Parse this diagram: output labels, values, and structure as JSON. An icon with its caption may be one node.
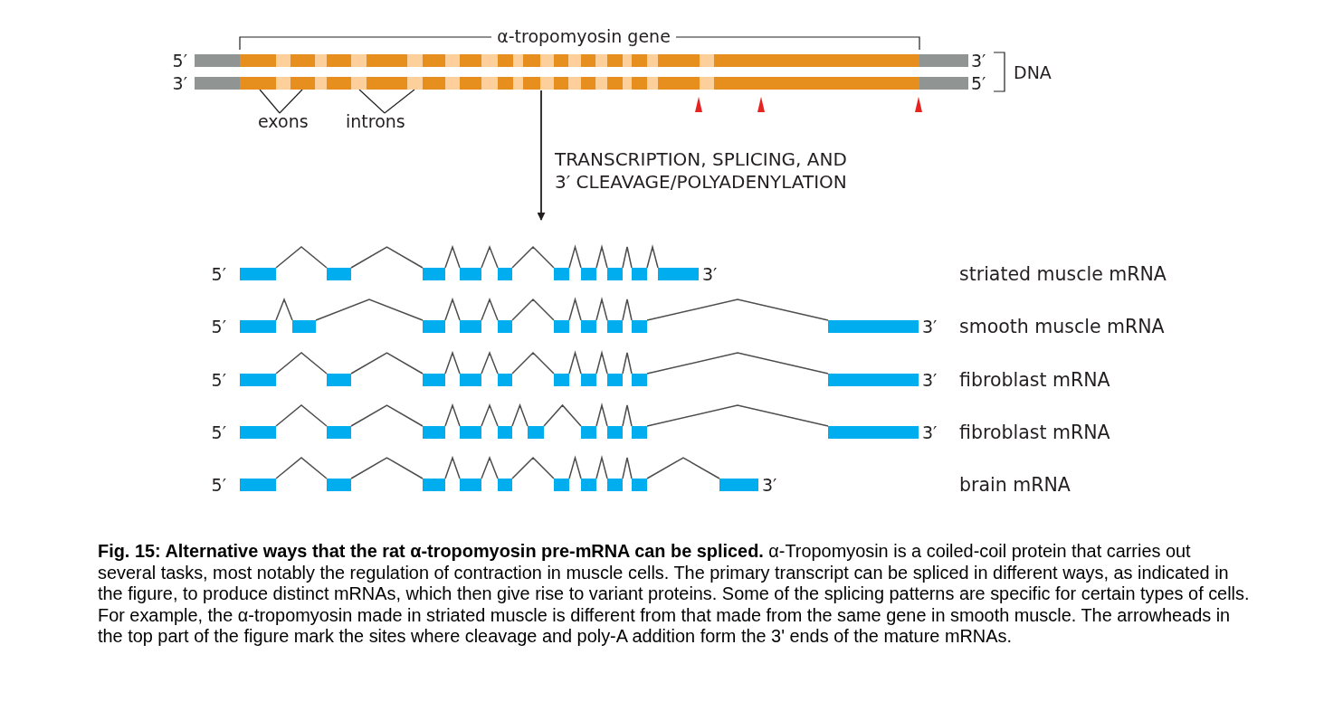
{
  "diagram": {
    "caption": "**Fig. 15: Alternative ways that the rat α-tropomyosin pre-mRNA can be spliced.**  α-Tropomyosin is a coiled-coil protein that carries out several tasks, most notably the regulation of contraction in muscle cells. The primary transcript can be spliced in different ways, as indicated in the figure, to produce distinct mRNAs, which then give rise to variant proteins. Some of the splicing patterns are specific for certain types of cells. For example, the α-tropomyosin made in striated muscle is different from that made from the same gene in smooth muscle. The arrowheads in the top part of the figure mark the sites where cleavage and poly-A addition form the 3' ends of the mature mRNAs.",
    "nodes": [
      {
        "text": [],
        "shape": "bar"
      },
      {
        "text": [
          "exons"
        ]
      },
      {
        "text": [
          "introns"
        ]
      }
    ],
    "edges": [
      {
        "from": 0,
        "to": null,
        "arrow": "to",
        "label": "TRANSCRIPTION, SPLICING, AND 3′ CLEAVAGE/POLYADENYLATION"
      },
      {
        "from": 1,
        "to": 0,
        "arrow": "none"
      },
      {
        "from": 1,
        "to": 0,
        "arrow": "none"
      },
      {
        "from": 2,
        "to": 0,
        "arrow": "none"
      },
      {
        "from": 2,
        "to": 0,
        "arrow": "none"
      }
    ],
    "labels": [
      "α-tropomyosin gene",
      "5′",
      "3′",
      "3′",
      "5′",
      "DNA",
      "5′",
      "3′",
      "striated muscle mRNA",
      "5′",
      "3′",
      "smooth muscle mRNA",
      "5′",
      "3′",
      "fibroblast mRNA",
      "5′",
      "3′",
      "fibroblast mRNA",
      "5′",
      "3′",
      "brain mRNA"
    ]
  }
}
